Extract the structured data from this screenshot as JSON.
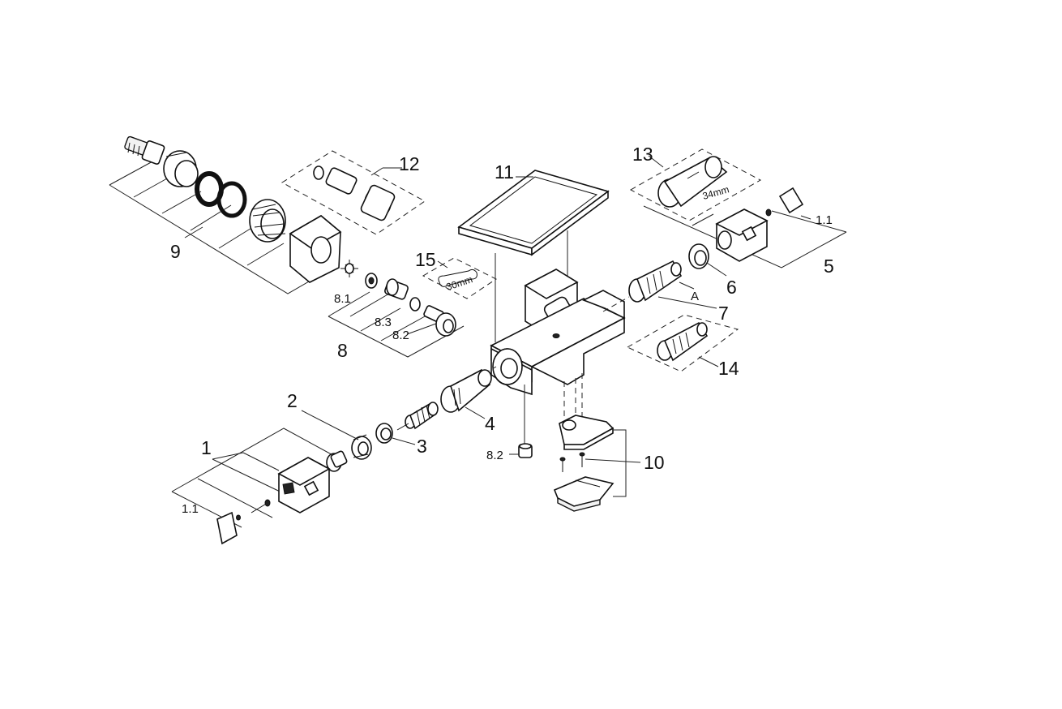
{
  "labels": {
    "p1": "1",
    "p1_1_left": "1.1",
    "p1_1_right": "1.1",
    "p2": "2",
    "p3": "3",
    "p4": "4",
    "p5": "5",
    "p6": "6",
    "p7": "7",
    "p7_a": "A",
    "p8": "8",
    "p8_1": "8.1",
    "p8_2_upper": "8.2",
    "p8_2_lower": "8.2",
    "p8_3": "8.3",
    "p9": "9",
    "p10": "10",
    "p11": "11",
    "p12": "12",
    "p13": "13",
    "p14": "14",
    "p15": "15",
    "wrench_30": "30mm",
    "wrench_34": "34mm"
  }
}
